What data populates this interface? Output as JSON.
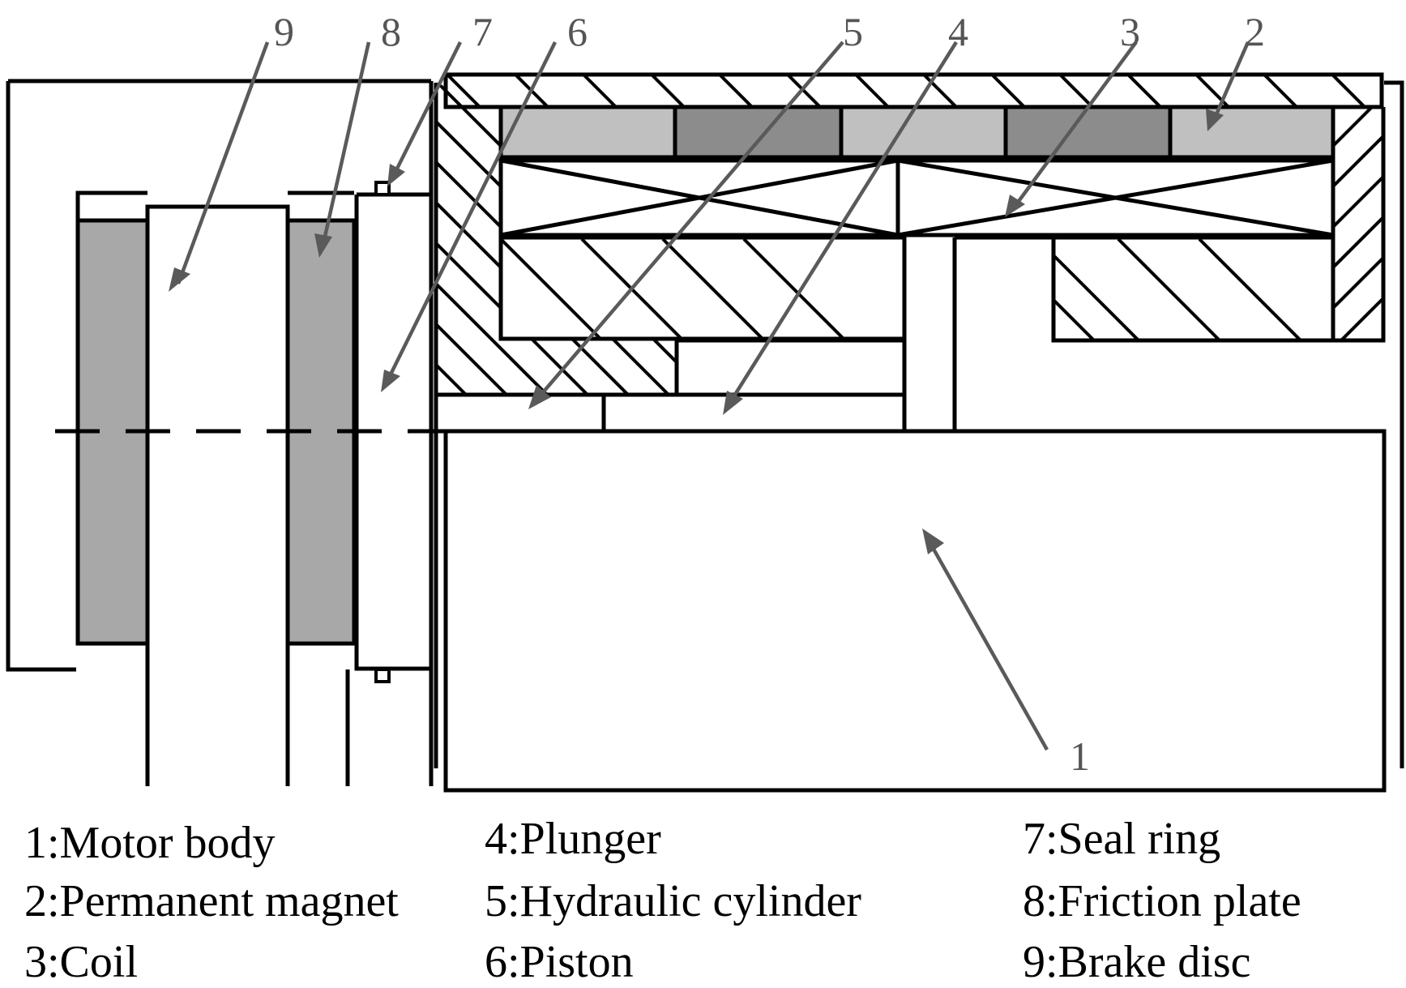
{
  "diagram": {
    "colors": {
      "line": "#000000",
      "arrow": "#5a5a5a",
      "magnet_light": "#c0c0c0",
      "magnet_dark": "#8c8c8c",
      "friction_plate": "#a8a8a8",
      "background": "#ffffff"
    },
    "callouts": [
      {
        "id": "c9",
        "text": "9"
      },
      {
        "id": "c8",
        "text": "8"
      },
      {
        "id": "c7",
        "text": "7"
      },
      {
        "id": "c6",
        "text": "6"
      },
      {
        "id": "c5",
        "text": "5"
      },
      {
        "id": "c4",
        "text": "4"
      },
      {
        "id": "c3",
        "text": "3"
      },
      {
        "id": "c2",
        "text": "2"
      },
      {
        "id": "c1",
        "text": "1"
      }
    ],
    "legend": [
      "1:Motor body",
      "2:Permanent magnet",
      "3:Coil",
      "4:Plunger",
      "5:Hydraulic cylinder",
      "6:Piston",
      "7:Seal ring",
      "8:Friction plate",
      "9:Brake disc"
    ]
  }
}
